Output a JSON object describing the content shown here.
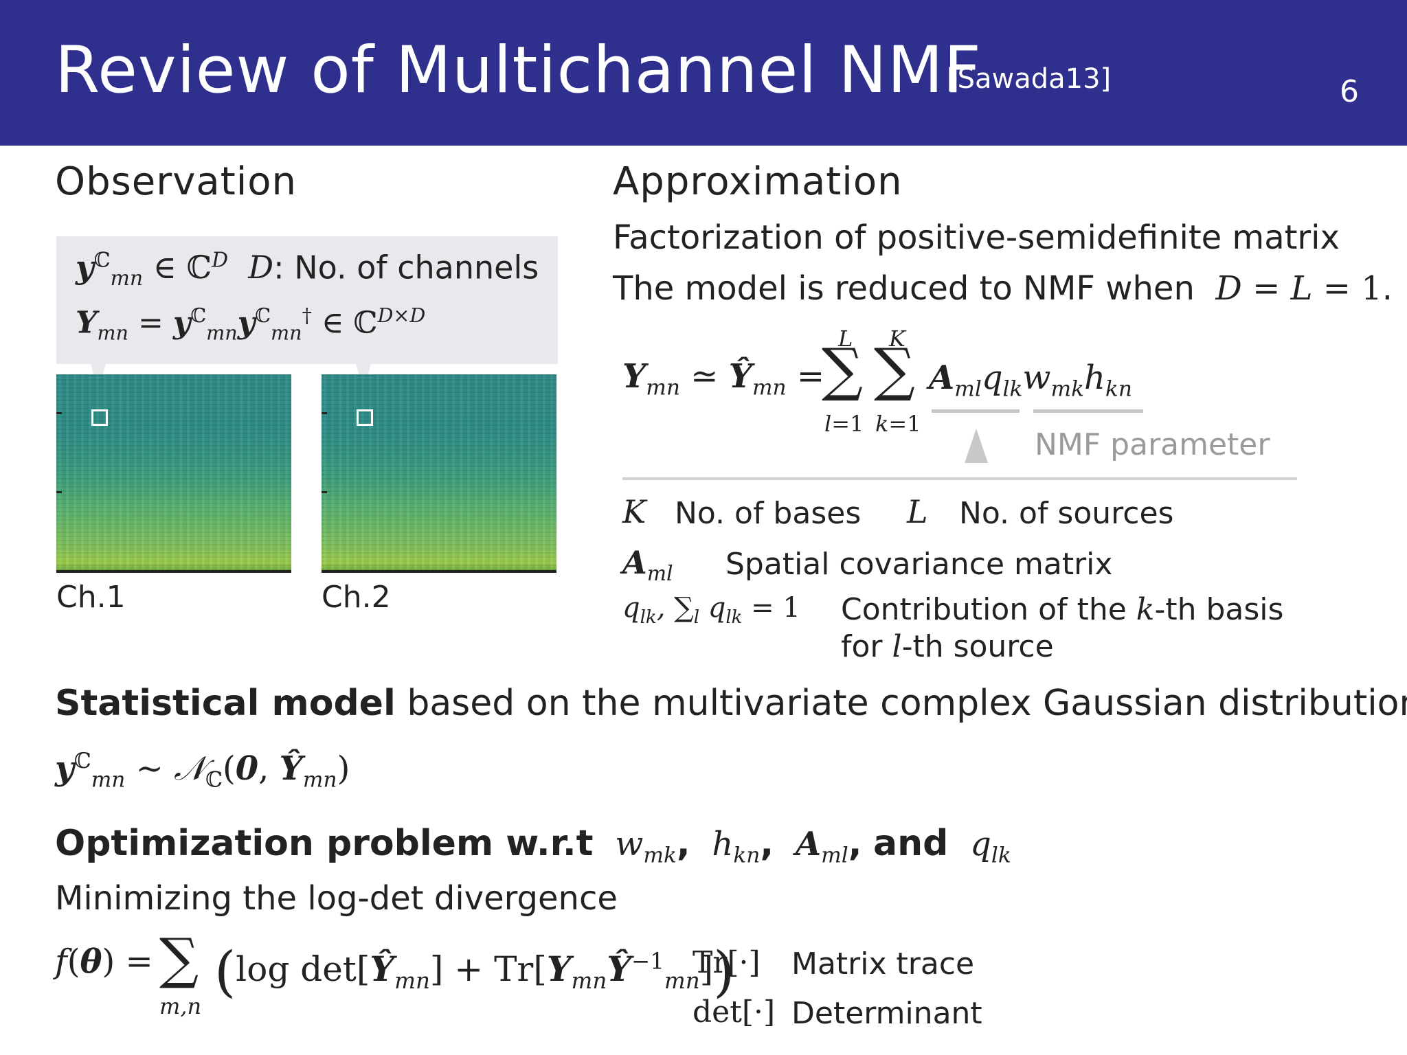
{
  "header": {
    "title": "Review of Multichannel NMF",
    "citation": "[Sawada13]",
    "page_number": "6"
  },
  "observation": {
    "heading": "Observation",
    "box_note": ": No. of channels",
    "ch1_label": "Ch.1",
    "ch2_label": "Ch.2"
  },
  "approximation": {
    "heading": "Approximation",
    "line1": "Factorization of positive-semidefinite matrix",
    "line2_prefix": "The model is reduced to NMF when",
    "nmf_param_label": "NMF parameter",
    "k_desc": "No. of bases",
    "l_desc": "No. of sources",
    "a_desc": "Spatial covariance matrix",
    "q_desc_line1_a": "Contribution of the",
    "q_desc_line1_b": "-th basis",
    "q_desc_line2_a": "for",
    "q_desc_line2_b": "-th source"
  },
  "statistical": {
    "bold": "Statistical model",
    "rest": "based on the multivariate complex Gaussian distribution"
  },
  "optimization": {
    "bold": "Optimization problem w.r.t",
    "and": "and",
    "subtitle": "Minimizing the log-det divergence",
    "trace_desc": "Matrix trace",
    "det_desc": "Determinant"
  },
  "colors": {
    "header_bg": "#2f2f8e",
    "callout_bg": "#e9e8ec",
    "muted_gray": "#9a9a9a"
  }
}
